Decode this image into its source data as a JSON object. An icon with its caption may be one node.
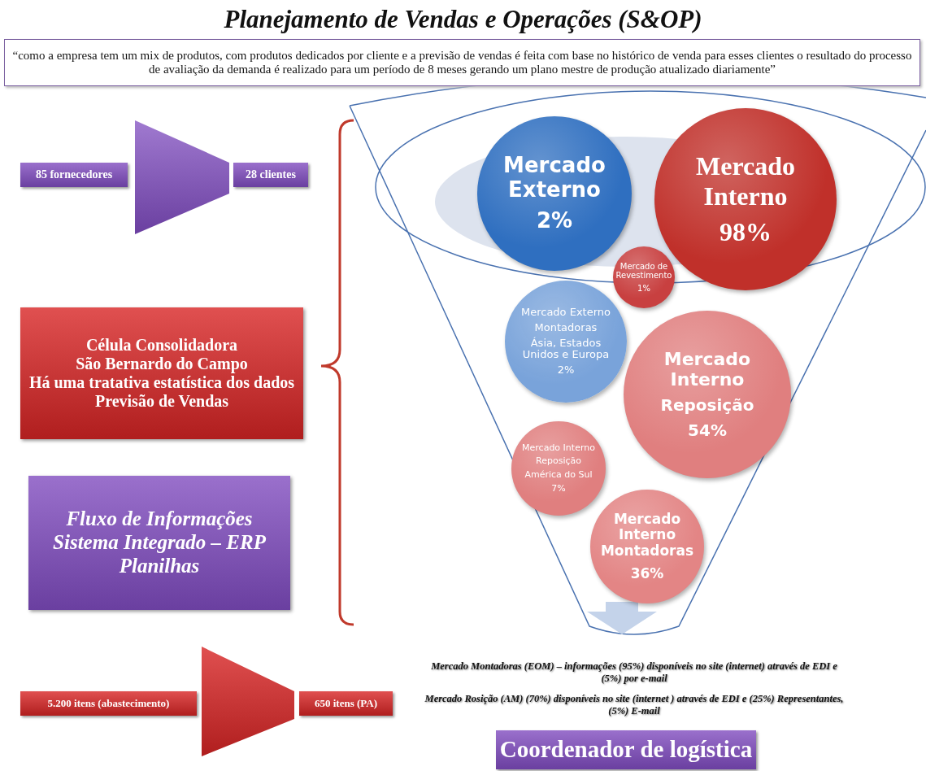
{
  "diagram": {
    "title": "Planejamento de Vendas e Operações (S&OP)",
    "nodes": [
      {
        "text": [
          "“como a empresa tem um mix de produtos, com produtos dedicados por cliente e a previsão de vendas é feita com base no histórico de venda para esses clientes o resultado do processo de avaliação da demanda é realizado para um período de 8 meses gerando um plano mestre de produção atualizado diariamente”"
        ]
      },
      {
        "text": [
          "85 fornecedores"
        ]
      },
      {
        "text": [
          "28 clientes"
        ]
      },
      {
        "text": [
          "Célula Consolidadora",
          "São Bernardo do Campo",
          "Há uma tratativa estatística dos dados",
          "Previsão de Vendas"
        ]
      },
      {
        "text": [
          "Fluxo de Informações",
          "Sistema Integrado – ERP",
          "Planilhas"
        ]
      },
      {
        "text": [
          "Mercado Externo",
          "2%"
        ]
      },
      {
        "text": [
          "Mercado Interno",
          "98%"
        ]
      },
      {
        "text": [
          "Mercado de Revestimento",
          "1%"
        ]
      },
      {
        "text": [
          "Mercado Externo",
          "Montadoras",
          "Ásia, Estados Unidos e Europa",
          "2%"
        ]
      },
      {
        "text": [
          "Mercado Interno",
          "Reposição",
          "54%"
        ]
      },
      {
        "text": [
          "Mercado Interno",
          "Reposição",
          "América do Sul",
          "7%"
        ]
      },
      {
        "text": [
          "Mercado Interno Montadoras",
          "36%"
        ]
      },
      {
        "text": [
          "5.200 itens (abastecimento)"
        ]
      },
      {
        "text": [
          "650 itens (PA)"
        ]
      },
      {
        "text": [
          "Coordenador de logística"
        ]
      }
    ],
    "labels": [
      "Mercado Montadoras (EOM) – informações (95%) disponíveis no site (internet) através de EDI e (5%) por e-mail",
      "Mercado Rosição (AM) (70%) disponíveis no site (internet ) através de EDI e (25%) Representantes, (5%) E-mail"
    ]
  }
}
